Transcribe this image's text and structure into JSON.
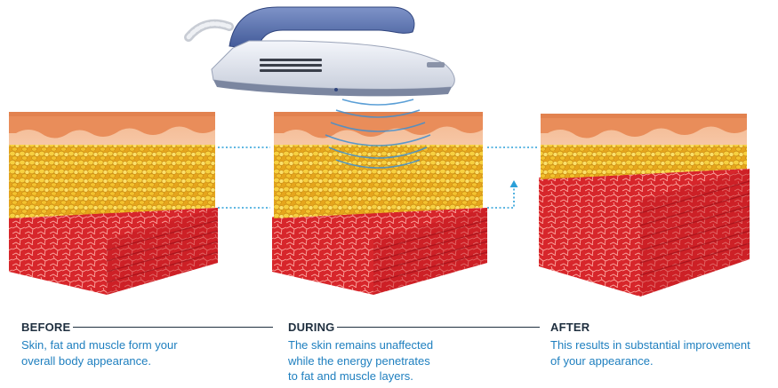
{
  "colors": {
    "heading": "#1f2f3f",
    "body_text": "#1e7fbf",
    "guide_line": "#2a9fd8",
    "skin": "#f0b08a",
    "fat": "#f2c230",
    "muscle": "#d9232a",
    "device": "#4e6aa8",
    "wave": "#3f8fd0"
  },
  "device": {
    "icon": "emsculpt-applicator-icon"
  },
  "panels": [
    {
      "id": "before",
      "stage": "BEFORE",
      "text": [
        "Skin, fat and muscle form your",
        "overall body appearance."
      ]
    },
    {
      "id": "during",
      "stage": "DURING",
      "text": [
        "The skin remains unaffected",
        "while the energy penetrates",
        "to fat and muscle layers."
      ]
    },
    {
      "id": "after",
      "stage": "AFTER",
      "text": [
        "This results in substantial improvement",
        "of your appearance."
      ]
    }
  ]
}
